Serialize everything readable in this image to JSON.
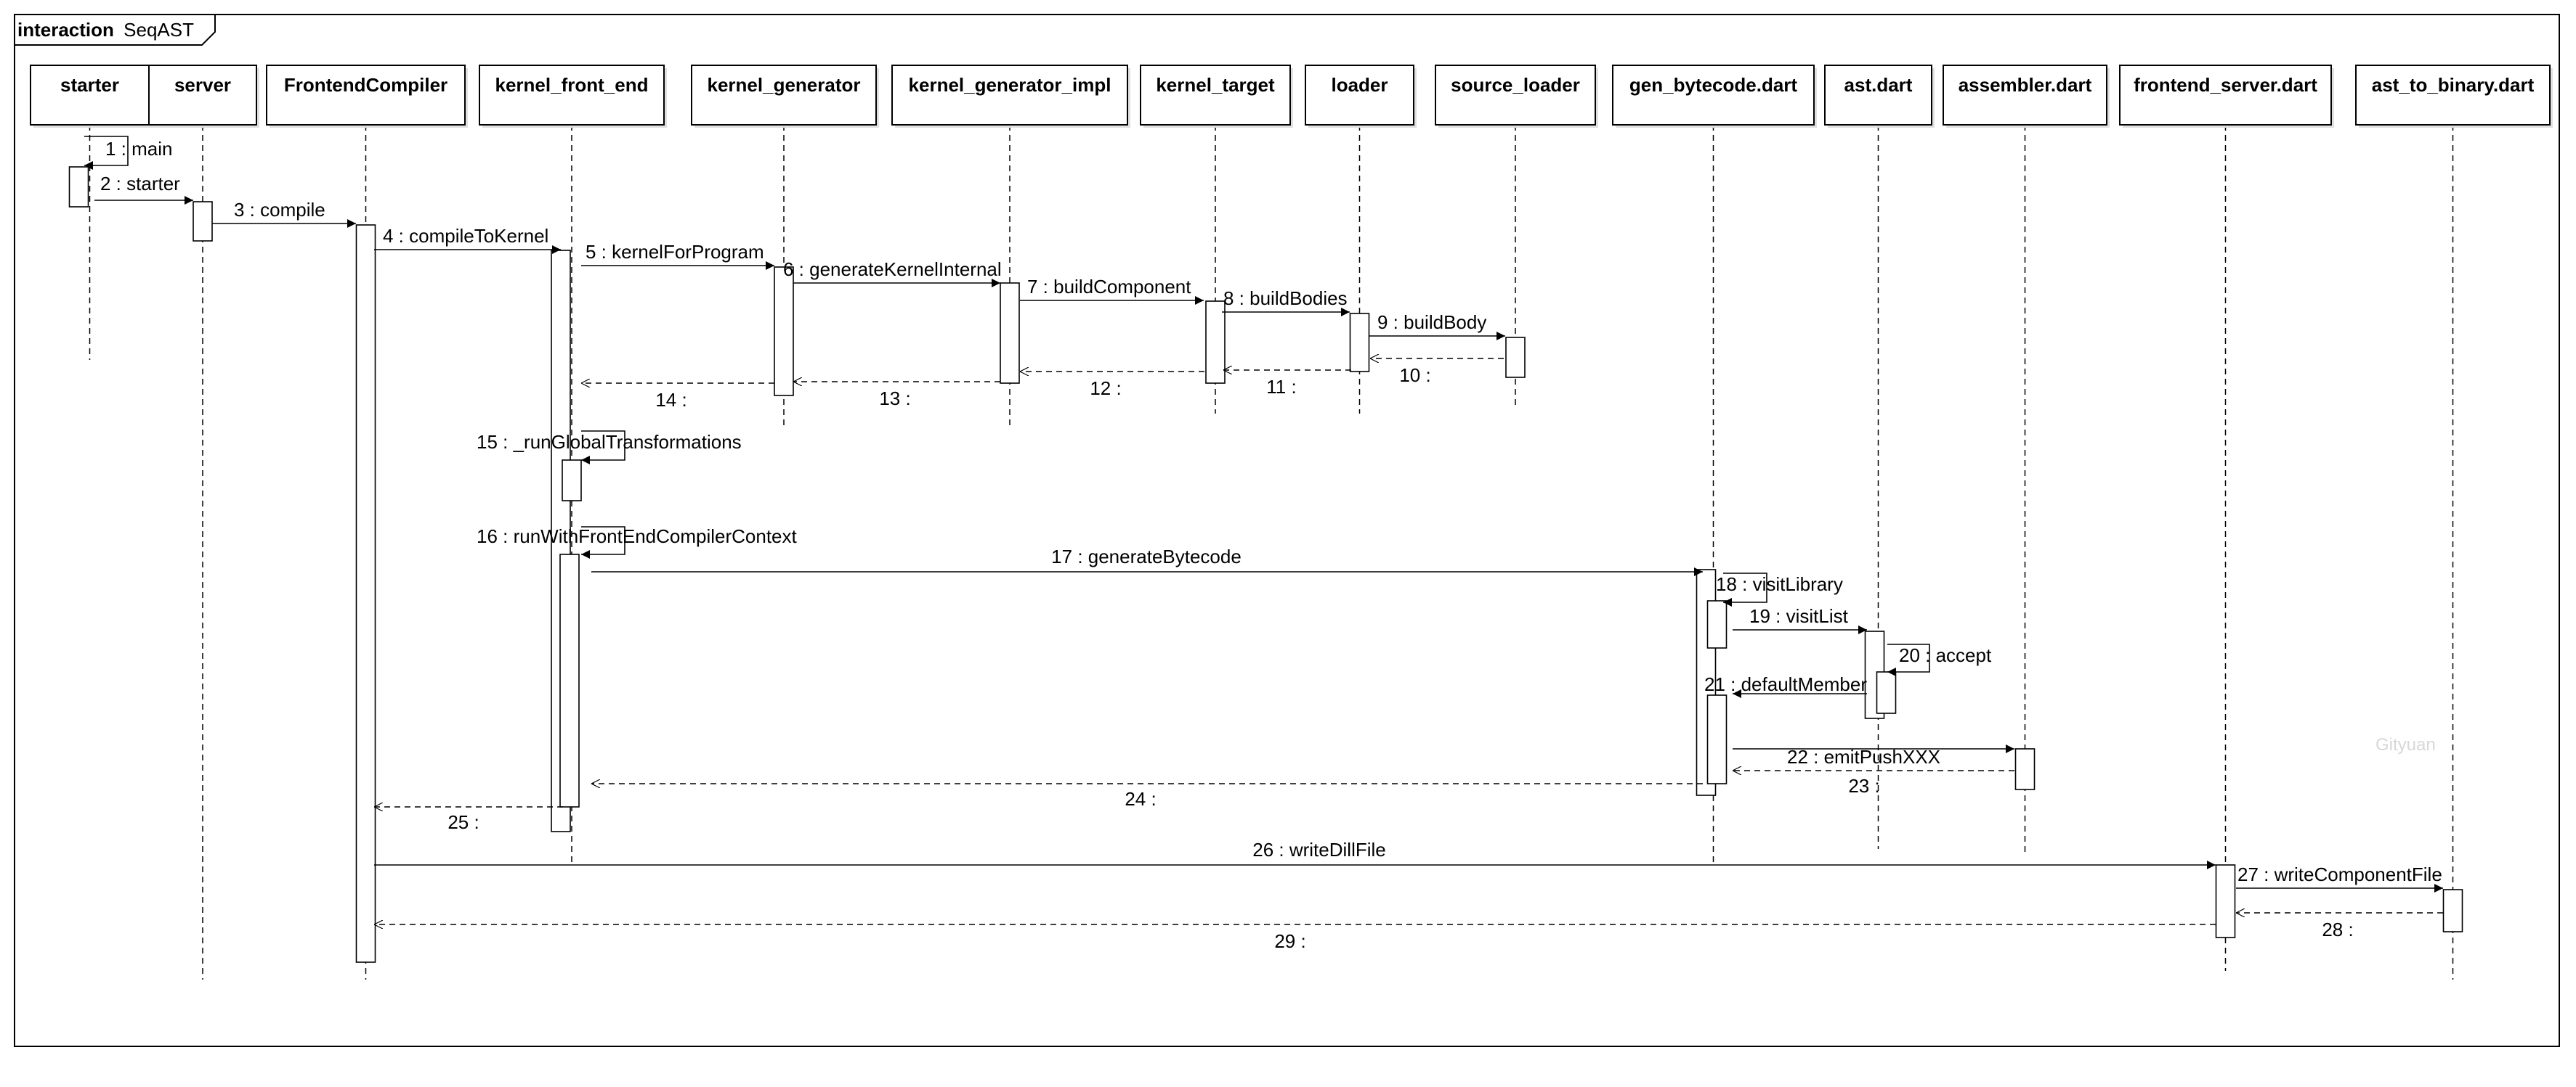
{
  "frame": {
    "keyword": "interaction",
    "name": "SeqAST"
  },
  "watermark": "Gityuan",
  "participants": [
    {
      "id": "starter",
      "label": "starter"
    },
    {
      "id": "server",
      "label": "server"
    },
    {
      "id": "frontend_compiler",
      "label": "FrontendCompiler"
    },
    {
      "id": "kernel_front_end",
      "label": "kernel_front_end"
    },
    {
      "id": "kernel_generator",
      "label": "kernel_generator"
    },
    {
      "id": "kernel_generator_impl",
      "label": "kernel_generator_impl"
    },
    {
      "id": "kernel_target",
      "label": "kernel_target"
    },
    {
      "id": "loader",
      "label": "loader"
    },
    {
      "id": "source_loader",
      "label": "source_loader"
    },
    {
      "id": "gen_bytecode",
      "label": "gen_bytecode.dart"
    },
    {
      "id": "ast",
      "label": "ast.dart"
    },
    {
      "id": "assembler",
      "label": "assembler.dart"
    },
    {
      "id": "frontend_server",
      "label": "frontend_server.dart"
    },
    {
      "id": "ast_to_binary",
      "label": "ast_to_binary.dart"
    }
  ],
  "messages": [
    {
      "label": "1 : main",
      "from": "starter",
      "to": "starter",
      "kind": "self"
    },
    {
      "label": "2 : starter",
      "from": "starter",
      "to": "server",
      "kind": "sync"
    },
    {
      "label": "3 : compile",
      "from": "server",
      "to": "frontend_compiler",
      "kind": "sync"
    },
    {
      "label": "4 : compileToKernel",
      "from": "frontend_compiler",
      "to": "kernel_front_end",
      "kind": "sync"
    },
    {
      "label": "5 : kernelForProgram",
      "from": "kernel_front_end",
      "to": "kernel_generator",
      "kind": "sync"
    },
    {
      "label": "6 : generateKernelInternal",
      "from": "kernel_generator",
      "to": "kernel_generator_impl",
      "kind": "sync"
    },
    {
      "label": "7 : buildComponent",
      "from": "kernel_generator_impl",
      "to": "kernel_target",
      "kind": "sync"
    },
    {
      "label": "8 : buildBodies",
      "from": "kernel_target",
      "to": "loader",
      "kind": "sync"
    },
    {
      "label": "9 : buildBody",
      "from": "loader",
      "to": "source_loader",
      "kind": "sync"
    },
    {
      "label": "10 :",
      "from": "source_loader",
      "to": "loader",
      "kind": "return"
    },
    {
      "label": "11 :",
      "from": "loader",
      "to": "kernel_target",
      "kind": "return"
    },
    {
      "label": "12 :",
      "from": "kernel_target",
      "to": "kernel_generator_impl",
      "kind": "return"
    },
    {
      "label": "13 :",
      "from": "kernel_generator_impl",
      "to": "kernel_generator",
      "kind": "return"
    },
    {
      "label": "14 :",
      "from": "kernel_generator",
      "to": "kernel_front_end",
      "kind": "return"
    },
    {
      "label": "15 : _runGlobalTransformations",
      "from": "kernel_front_end",
      "to": "kernel_front_end",
      "kind": "self"
    },
    {
      "label": "16 : runWithFrontEndCompilerContext",
      "from": "kernel_front_end",
      "to": "kernel_front_end",
      "kind": "self"
    },
    {
      "label": "17 : generateBytecode",
      "from": "kernel_front_end",
      "to": "gen_bytecode",
      "kind": "sync"
    },
    {
      "label": "18 : visitLibrary",
      "from": "gen_bytecode",
      "to": "gen_bytecode",
      "kind": "self"
    },
    {
      "label": "19 : visitList",
      "from": "gen_bytecode",
      "to": "ast",
      "kind": "sync"
    },
    {
      "label": "20 : accept",
      "from": "ast",
      "to": "ast",
      "kind": "self"
    },
    {
      "label": "21 : defaultMember",
      "from": "ast",
      "to": "gen_bytecode",
      "kind": "sync"
    },
    {
      "label": "22 : emitPushXXX",
      "from": "gen_bytecode",
      "to": "assembler",
      "kind": "sync"
    },
    {
      "label": "23 :",
      "from": "assembler",
      "to": "gen_bytecode",
      "kind": "return"
    },
    {
      "label": "24 :",
      "from": "gen_bytecode",
      "to": "kernel_front_end",
      "kind": "return"
    },
    {
      "label": "25 :",
      "from": "kernel_front_end",
      "to": "frontend_compiler",
      "kind": "return"
    },
    {
      "label": "26 : writeDillFile",
      "from": "frontend_compiler",
      "to": "frontend_server",
      "kind": "sync"
    },
    {
      "label": "27 : writeComponentFile",
      "from": "frontend_server",
      "to": "ast_to_binary",
      "kind": "sync"
    },
    {
      "label": "28 :",
      "from": "ast_to_binary",
      "to": "frontend_server",
      "kind": "return"
    },
    {
      "label": "29 :",
      "from": "frontend_server",
      "to": "frontend_compiler",
      "kind": "return"
    }
  ]
}
